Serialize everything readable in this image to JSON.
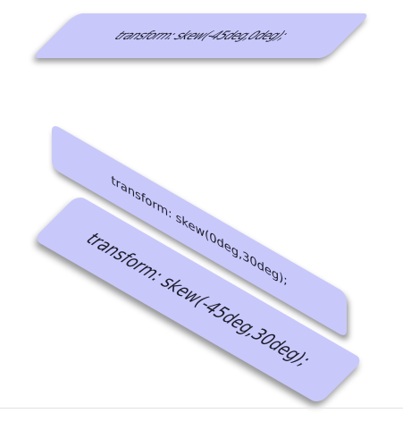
{
  "boxes": [
    {
      "label": "transform: skew(-45deg,0deg);"
    },
    {
      "label": "transform: skew(0deg,30deg);"
    },
    {
      "label": "transform: skew(-45deg,30deg);"
    }
  ],
  "colors": {
    "box_fill": "#c8c8fb",
    "text": "#1e1e2c",
    "background": "#ffffff"
  }
}
